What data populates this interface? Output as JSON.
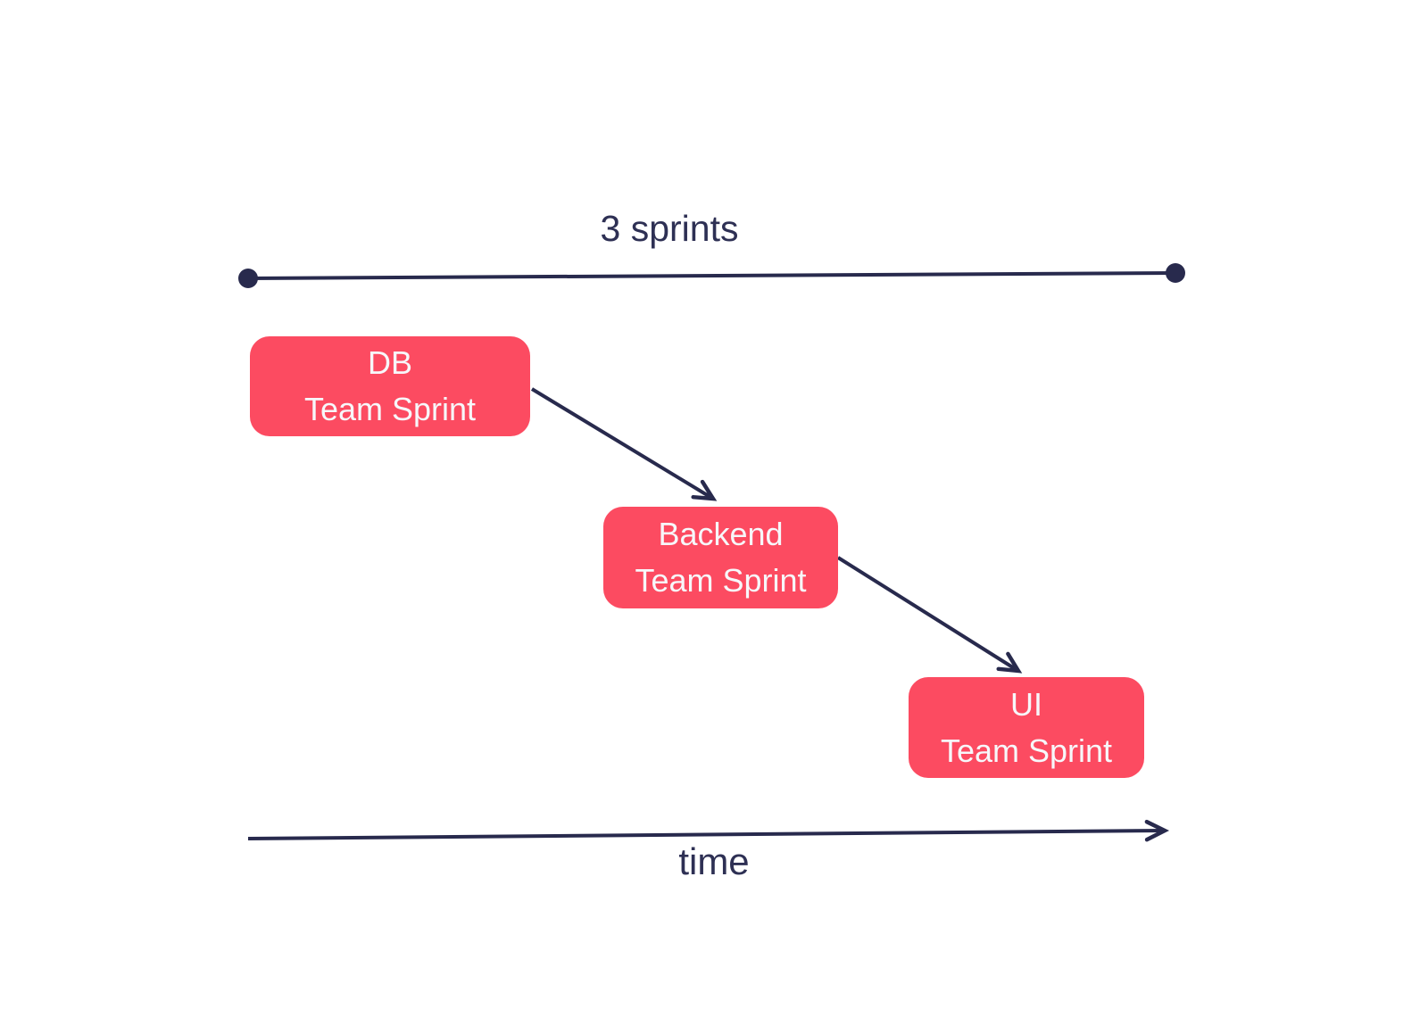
{
  "labels": {
    "span": "3 sprints",
    "time": "time"
  },
  "nodes": [
    {
      "line1": "DB",
      "line2": "Team Sprint"
    },
    {
      "line1": "Backend",
      "line2": "Team Sprint"
    },
    {
      "line1": "UI",
      "line2": "Team Sprint"
    }
  ],
  "colors": {
    "node_fill": "#fc4b61",
    "node_text": "#f7f7fa",
    "line": "#282a4d",
    "label_text": "#2e3054",
    "background": "#ffffff"
  }
}
